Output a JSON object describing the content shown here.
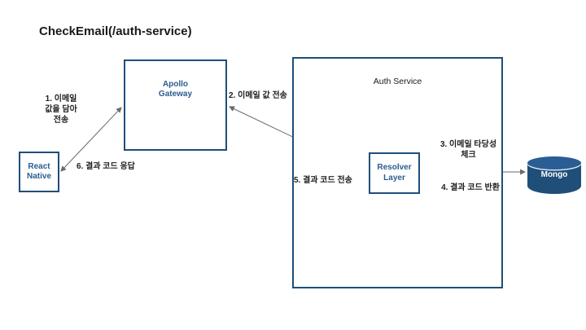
{
  "title": "CheckEmail(/auth-service)",
  "nodes": {
    "react_native": {
      "label": "React\nNative"
    },
    "apollo_gateway": {
      "label": "Apollo\nGateway"
    },
    "auth_service": {
      "label": "Auth Service"
    },
    "resolver_layer": {
      "label": "Resolver\nLayer"
    },
    "mongo": {
      "label": "Mongo"
    }
  },
  "edges": [
    {
      "id": "step1",
      "from": "react_native",
      "to": "apollo_gateway",
      "label": "1. 이메일\n값을 담아\n전송"
    },
    {
      "id": "step2",
      "from": "apollo_gateway",
      "to": "resolver_layer",
      "label": "2. 이메일 값 전송"
    },
    {
      "id": "step3",
      "from": "resolver_layer",
      "to": "mongo",
      "label": "3. 이메일 타당성\n체크"
    },
    {
      "id": "step4",
      "from": "mongo",
      "to": "resolver_layer",
      "label": "4. 결과 코드 반환"
    },
    {
      "id": "step5",
      "from": "resolver_layer",
      "to": "apollo_gateway",
      "label": "5. 결과 코드 전송"
    },
    {
      "id": "step6",
      "from": "apollo_gateway",
      "to": "react_native",
      "label": "6. 결과 코드 응답"
    }
  ],
  "colors": {
    "box_border": "#1f4e79",
    "box_text": "#2b5c8f",
    "mongo_fill": "#1f4e79",
    "mongo_text": "#ffffff",
    "connector": "#6a6a6a",
    "label_text": "#1f1f1f",
    "background": "#ffffff"
  }
}
